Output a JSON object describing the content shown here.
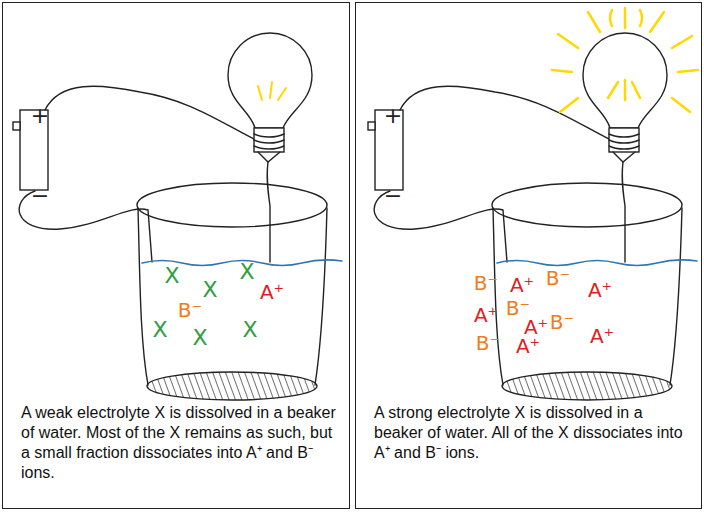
{
  "diagram": {
    "nodes": [
      {
        "text": [
          "A weak electrolyte X is dissolved in a beaker of water. Most of the X remains as such, but a small fraction dissociates into A⁺ and B⁻ ions."
        ]
      },
      {
        "text": [
          "A strong electrolyte X is dissolved in a beaker of water. All of the X dissociates into A⁺ and B⁻ ions."
        ]
      }
    ],
    "labels": [
      "+",
      "−",
      "X",
      "X",
      "X",
      "B⁻",
      "A⁺",
      "X",
      "X",
      "X",
      "+",
      "−",
      "B⁻",
      "A⁺",
      "B⁻",
      "A⁺",
      "A⁺",
      "B⁻",
      "A⁺",
      "B⁻",
      "B⁻",
      "A⁺",
      "A⁺"
    ]
  }
}
